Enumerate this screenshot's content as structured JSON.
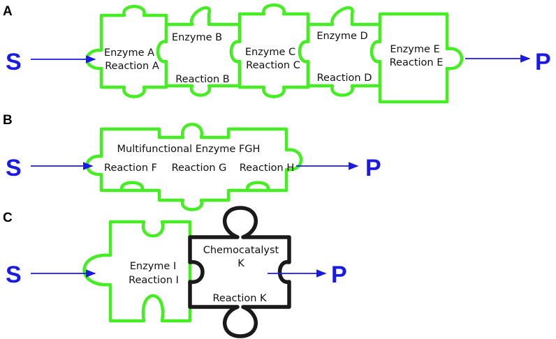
{
  "colors": {
    "enzyme_piece": "#44ee22",
    "chemocatalyst_piece": "#1a1a1a",
    "substrate_product": "#1a1ae6"
  },
  "panel_a": {
    "label": "A",
    "substrate": "S",
    "product": "P",
    "pieces": [
      {
        "line1": "Enzyme A",
        "line2": "Reaction A"
      },
      {
        "line1": "Enzyme B",
        "line2": "Reaction B"
      },
      {
        "line1": "Enzyme C",
        "line2": "Reaction C"
      },
      {
        "line1": "Enzyme D",
        "line2": "Reaction D"
      },
      {
        "line1": "Enzyme E",
        "line2": "Reaction E"
      }
    ]
  },
  "panel_b": {
    "label": "B",
    "substrate": "S",
    "product": "P",
    "enzyme": "Multifunctional  Enzyme FGH",
    "reactions": [
      "Reaction F",
      "Reaction G",
      "Reaction H"
    ]
  },
  "panel_c": {
    "label": "C",
    "substrate": "S",
    "product": "P",
    "enzyme_piece": {
      "line1": "Enzyme I",
      "line2": "Reaction I"
    },
    "catalyst_piece": {
      "line1": "Chemocatalyst",
      "line2": "K",
      "line3": "Reaction K"
    }
  }
}
